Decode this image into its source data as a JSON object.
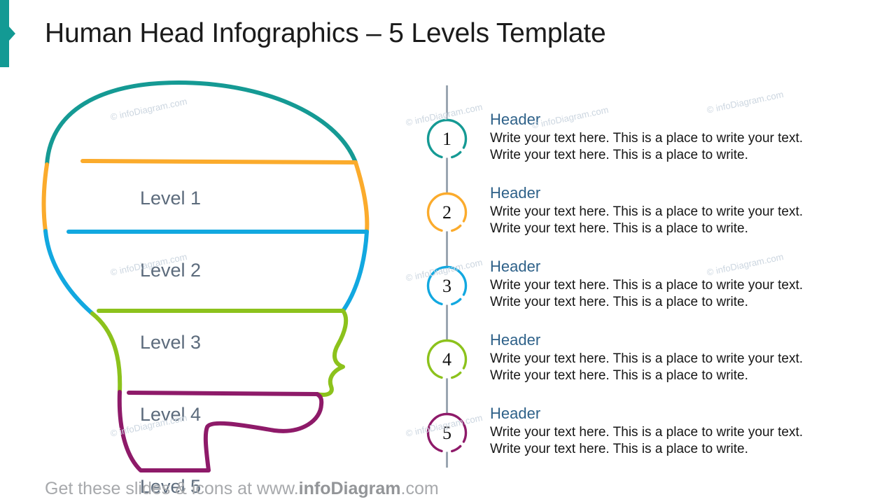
{
  "title": "Human Head Infographics – 5 Levels Template",
  "accent": {
    "color": "#139a94",
    "icon": "chevron-right-accent"
  },
  "head_diagram": {
    "name": "human-head-5-levels",
    "levels": [
      {
        "label": "Level 1",
        "color": "#159a94"
      },
      {
        "label": "Level 2",
        "color": "#fbab2c"
      },
      {
        "label": "Level 3",
        "color": "#12a8e0"
      },
      {
        "label": "Level 4",
        "color": "#8cc21c"
      },
      {
        "label": "Level 5",
        "color": "#8e1a69"
      }
    ]
  },
  "list": {
    "axis_color": "#9aa5b1",
    "items": [
      {
        "number": "1",
        "color": "#159a94",
        "header": "Header",
        "line1": "Write your text here. This is a place to write your text.",
        "line2": "Write your text here. This is a place to write."
      },
      {
        "number": "2",
        "color": "#fbab2c",
        "header": "Header",
        "line1": "Write your text here. This is a place to write your text.",
        "line2": "Write your text here. This is a place to write."
      },
      {
        "number": "3",
        "color": "#12a8e0",
        "header": "Header",
        "line1": "Write your text here. This is a place to write your text.",
        "line2": "Write your text here. This is a place to write."
      },
      {
        "number": "4",
        "color": "#8cc21c",
        "header": "Header",
        "line1": "Write your text here. This is a place to write your text.",
        "line2": "Write your text here. This is a place to write."
      },
      {
        "number": "5",
        "color": "#8e1a69",
        "header": "Header",
        "line1": "Write your text here. This is a place to write your text.",
        "line2": "Write your text here. This is a place to write."
      }
    ]
  },
  "footer": {
    "prefix": "Get these slides & icons at www.",
    "brand": "infoDiagram",
    "suffix": ".com"
  },
  "watermark": {
    "text": "© infoDiagram.com"
  },
  "colors": {
    "teal": "#159a94",
    "orange": "#fbab2c",
    "blue": "#12a8e0",
    "green": "#8cc21c",
    "purple": "#8e1a69",
    "header_blue": "#2e6189",
    "level_label": "#5c6b7c",
    "footer_gray": "#a7a9ac"
  }
}
